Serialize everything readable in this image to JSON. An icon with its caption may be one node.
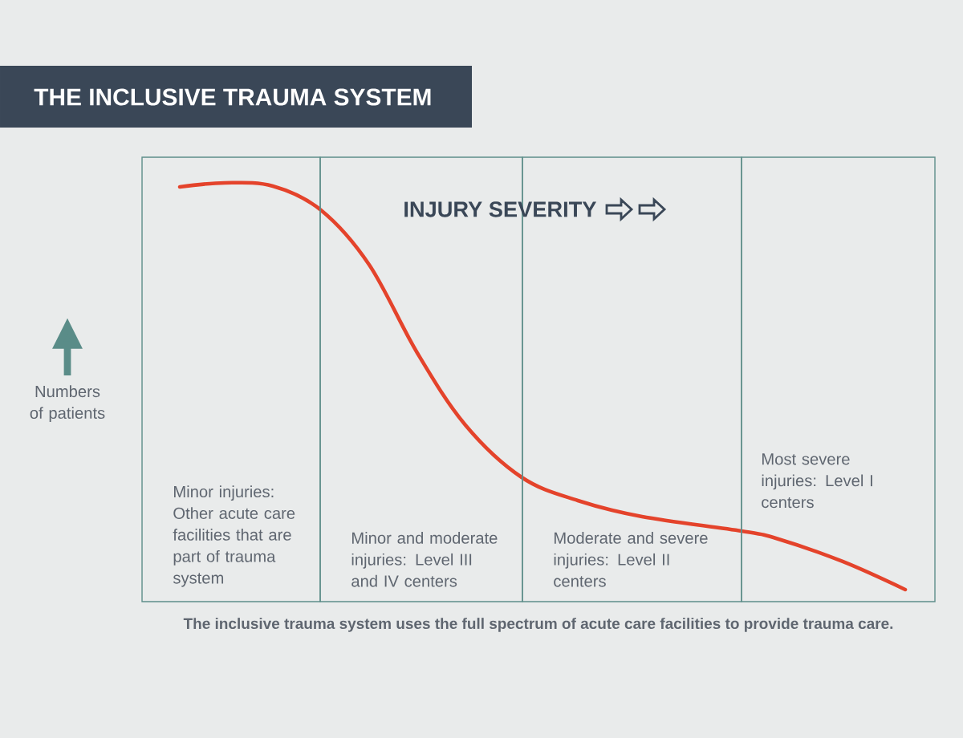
{
  "diagram": {
    "title": "THE INCLUSIVE TRAUMA SYSTEM",
    "caption": "The inclusive trauma system uses the full spectrum of acute care facilities to provide trauma care.",
    "nodes": [
      {
        "text": [
          "Minor injuries: Other acute care facilities that are part of trauma system"
        ]
      },
      {
        "text": [
          "Minor and moderate injuries: Level III and IV centers"
        ]
      },
      {
        "text": [
          "Moderate and severe injuries: Level II centers"
        ]
      },
      {
        "text": [
          "Most severe injuries: Level I centers"
        ]
      }
    ],
    "labels": [
      "INJURY SEVERITY",
      "Numbers of patients"
    ]
  }
}
